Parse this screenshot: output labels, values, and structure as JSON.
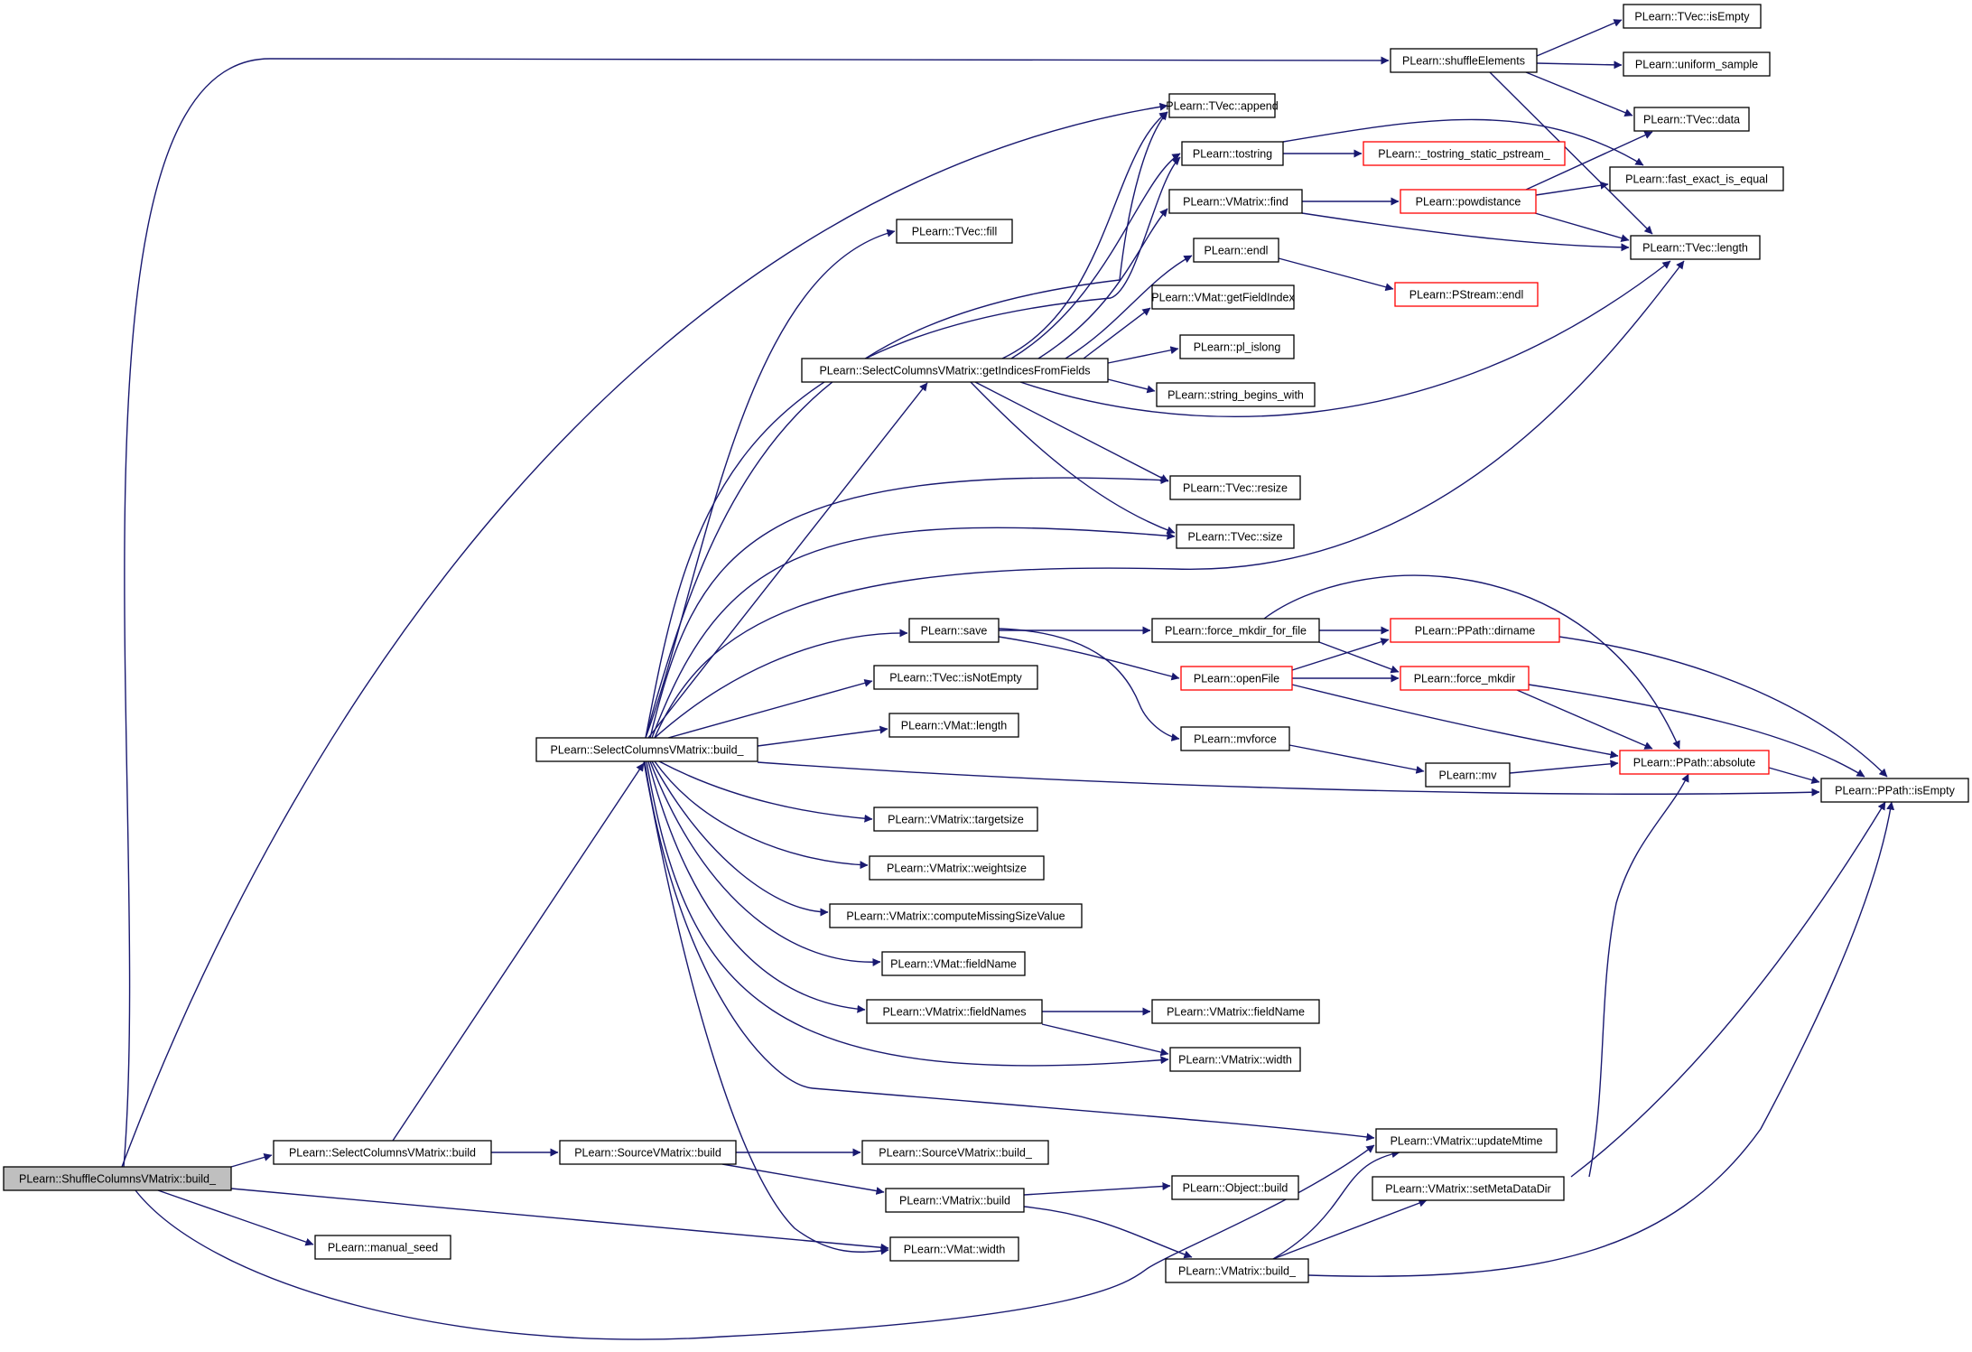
{
  "nodes": [
    {
      "id": "root",
      "label": "PLearn::ShuffleColumnsVMatrix::build_",
      "style": "current"
    },
    {
      "id": "shuffle",
      "label": "PLearn::shuffleElements",
      "style": "normal"
    },
    {
      "id": "tvec_isempty",
      "label": "PLearn::TVec::isEmpty",
      "style": "normal"
    },
    {
      "id": "uniform",
      "label": "PLearn::uniform_sample",
      "style": "normal"
    },
    {
      "id": "tvec_data",
      "label": "PLearn::TVec::data",
      "style": "normal"
    },
    {
      "id": "fast_eq",
      "label": "PLearn::fast_exact_is_equal",
      "style": "normal"
    },
    {
      "id": "tvec_length",
      "label": "PLearn::TVec::length",
      "style": "normal"
    },
    {
      "id": "append",
      "label": "PLearn::TVec::append",
      "style": "normal"
    },
    {
      "id": "tostring",
      "label": "PLearn::tostring",
      "style": "normal"
    },
    {
      "id": "tostring_static",
      "label": "PLearn::_tostring_static_pstream_",
      "style": "truncated"
    },
    {
      "id": "find",
      "label": "PLearn::VMatrix::find",
      "style": "normal"
    },
    {
      "id": "powdist",
      "label": "PLearn::powdistance",
      "style": "truncated"
    },
    {
      "id": "fill",
      "label": "PLearn::TVec::fill",
      "style": "normal"
    },
    {
      "id": "endl",
      "label": "PLearn::endl",
      "style": "normal"
    },
    {
      "id": "pstream_endl",
      "label": "PLearn::PStream::endl",
      "style": "truncated"
    },
    {
      "id": "getfieldindex",
      "label": "PLearn::VMat::getFieldIndex",
      "style": "normal"
    },
    {
      "id": "pl_islong",
      "label": "PLearn::pl_islong",
      "style": "normal"
    },
    {
      "id": "getindices",
      "label": "PLearn::SelectColumnsVMatrix::getIndicesFromFields",
      "style": "normal"
    },
    {
      "id": "begins_with",
      "label": "PLearn::string_begins_with",
      "style": "normal"
    },
    {
      "id": "resize",
      "label": "PLearn::TVec::resize",
      "style": "normal"
    },
    {
      "id": "tvec_size",
      "label": "PLearn::TVec::size",
      "style": "normal"
    },
    {
      "id": "save",
      "label": "PLearn::save",
      "style": "normal"
    },
    {
      "id": "force_mkdir_file",
      "label": "PLearn::force_mkdir_for_file",
      "style": "normal"
    },
    {
      "id": "dirname",
      "label": "PLearn::PPath::dirname",
      "style": "truncated"
    },
    {
      "id": "openfile",
      "label": "PLearn::openFile",
      "style": "truncated"
    },
    {
      "id": "force_mkdir",
      "label": "PLearn::force_mkdir",
      "style": "truncated"
    },
    {
      "id": "isnotempty",
      "label": "PLearn::TVec::isNotEmpty",
      "style": "normal"
    },
    {
      "id": "vmat_length",
      "label": "PLearn::VMat::length",
      "style": "normal"
    },
    {
      "id": "scv_build_",
      "label": "PLearn::SelectColumnsVMatrix::build_",
      "style": "normal"
    },
    {
      "id": "mvforce",
      "label": "PLearn::mvforce",
      "style": "normal"
    },
    {
      "id": "mv",
      "label": "PLearn::mv",
      "style": "normal"
    },
    {
      "id": "absolute",
      "label": "PLearn::PPath::absolute",
      "style": "truncated"
    },
    {
      "id": "ppath_isempty",
      "label": "PLearn::PPath::isEmpty",
      "style": "normal"
    },
    {
      "id": "targetsize",
      "label": "PLearn::VMatrix::targetsize",
      "style": "normal"
    },
    {
      "id": "weightsize",
      "label": "PLearn::VMatrix::weightsize",
      "style": "normal"
    },
    {
      "id": "computemissing",
      "label": "PLearn::VMatrix::computeMissingSizeValue",
      "style": "normal"
    },
    {
      "id": "vmat_fieldname",
      "label": "PLearn::VMat::fieldName",
      "style": "normal"
    },
    {
      "id": "fieldnames",
      "label": "PLearn::VMatrix::fieldNames",
      "style": "normal"
    },
    {
      "id": "vmatrix_fieldname",
      "label": "PLearn::VMatrix::fieldName",
      "style": "normal"
    },
    {
      "id": "vmatrix_width",
      "label": "PLearn::VMatrix::width",
      "style": "normal"
    },
    {
      "id": "scv_build",
      "label": "PLearn::SelectColumnsVMatrix::build",
      "style": "normal"
    },
    {
      "id": "src_build",
      "label": "PLearn::SourceVMatrix::build",
      "style": "normal"
    },
    {
      "id": "src_build_",
      "label": "PLearn::SourceVMatrix::build_",
      "style": "normal"
    },
    {
      "id": "update_mtime",
      "label": "PLearn::VMatrix::updateMtime",
      "style": "normal"
    },
    {
      "id": "object_build",
      "label": "PLearn::Object::build",
      "style": "normal"
    },
    {
      "id": "set_meta",
      "label": "PLearn::VMatrix::setMetaDataDir",
      "style": "normal"
    },
    {
      "id": "vmatrix_build",
      "label": "PLearn::VMatrix::build",
      "style": "normal"
    },
    {
      "id": "manual_seed",
      "label": "PLearn::manual_seed",
      "style": "normal"
    },
    {
      "id": "vmat_width",
      "label": "PLearn::VMat::width",
      "style": "normal"
    },
    {
      "id": "vmatrix_build_",
      "label": "PLearn::VMatrix::build_",
      "style": "normal"
    }
  ],
  "colors": {
    "edge": "#191970",
    "node_border": "#000000",
    "truncated_border": "#ff0000",
    "current_fill": "#bfbfbf",
    "node_fill": "#ffffff",
    "text": "#000000"
  }
}
